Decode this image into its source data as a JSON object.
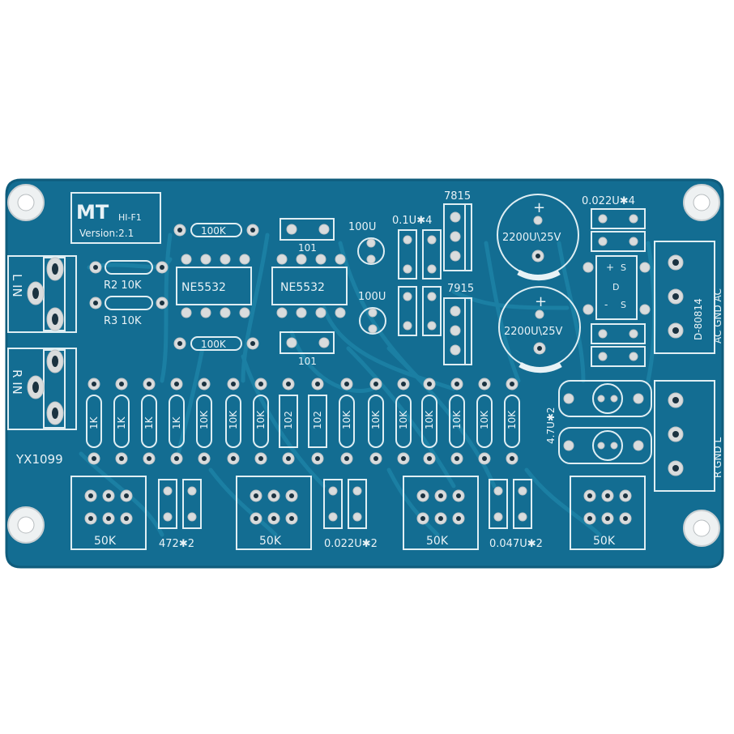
{
  "colors": {
    "background": "#ffffff",
    "board": "#136d92",
    "board_edge": "#0f5c7c",
    "trace": "#1b7fa3",
    "silkscreen": "#e8f2f6",
    "pad": "#d9dcdd"
  },
  "board": {
    "brand": "MT",
    "brand_sub": "HI-F1",
    "version": "Version:2.1",
    "model": "YX1099",
    "resistor_labels": {
      "r2": "R2 10K",
      "r3": "R3 10K",
      "r_100k_top": "100K",
      "r_100k_bottom": "100K",
      "row": [
        "1K",
        "1K",
        "1K",
        "1K",
        "10K",
        "10K",
        "10K",
        "102",
        "102",
        "10K",
        "10K",
        "10K",
        "10K",
        "10K",
        "10K",
        "10K"
      ]
    },
    "ic_labels": [
      "NE5532",
      "NE5532"
    ],
    "cap_labels": {
      "c101_top": "101",
      "c101_bottom": "101",
      "c100u_top": "100U",
      "c100u_bottom": "100U",
      "c01u": "0.1U✱4",
      "c0022u_top": "0.022U✱4",
      "c2200_top": "2200U\\25V",
      "c2200_bottom": "2200U\\25V",
      "c47u": "4.7U✱2",
      "plus": "+"
    },
    "regulators": [
      "7815",
      "7915"
    ],
    "bridge": {
      "label": "D-80814",
      "d": "D",
      "s": "S",
      "plus": "+",
      "minus": "-"
    },
    "connectors": {
      "l_in": "L IN",
      "r_in": "R IN",
      "ac_in": "AC GND AC",
      "out": "R GND L"
    },
    "pots": [
      "50K",
      "50K",
      "50K",
      "50K"
    ],
    "bottom_caps": [
      "472✱2",
      "0.022U✱2",
      "0.047U✱2"
    ]
  }
}
